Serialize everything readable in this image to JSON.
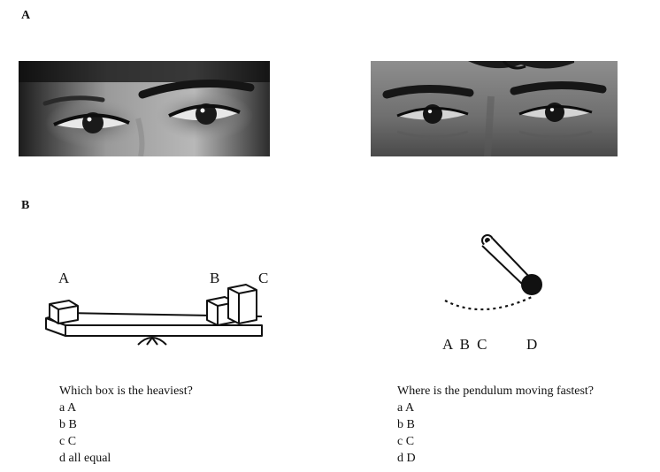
{
  "panels": {
    "a_label": "A",
    "b_label": "B"
  },
  "balance": {
    "box_labels": [
      "A",
      "B",
      "C"
    ],
    "question": "Which box is the heaviest?",
    "options": [
      "a A",
      "b B",
      "c C",
      "d all equal"
    ]
  },
  "pendulum": {
    "position_labels": "A B C",
    "d_label": "D",
    "question": "Where is the pendulum moving fastest?",
    "options": [
      "a A",
      "b B",
      "c C",
      "d D"
    ]
  }
}
